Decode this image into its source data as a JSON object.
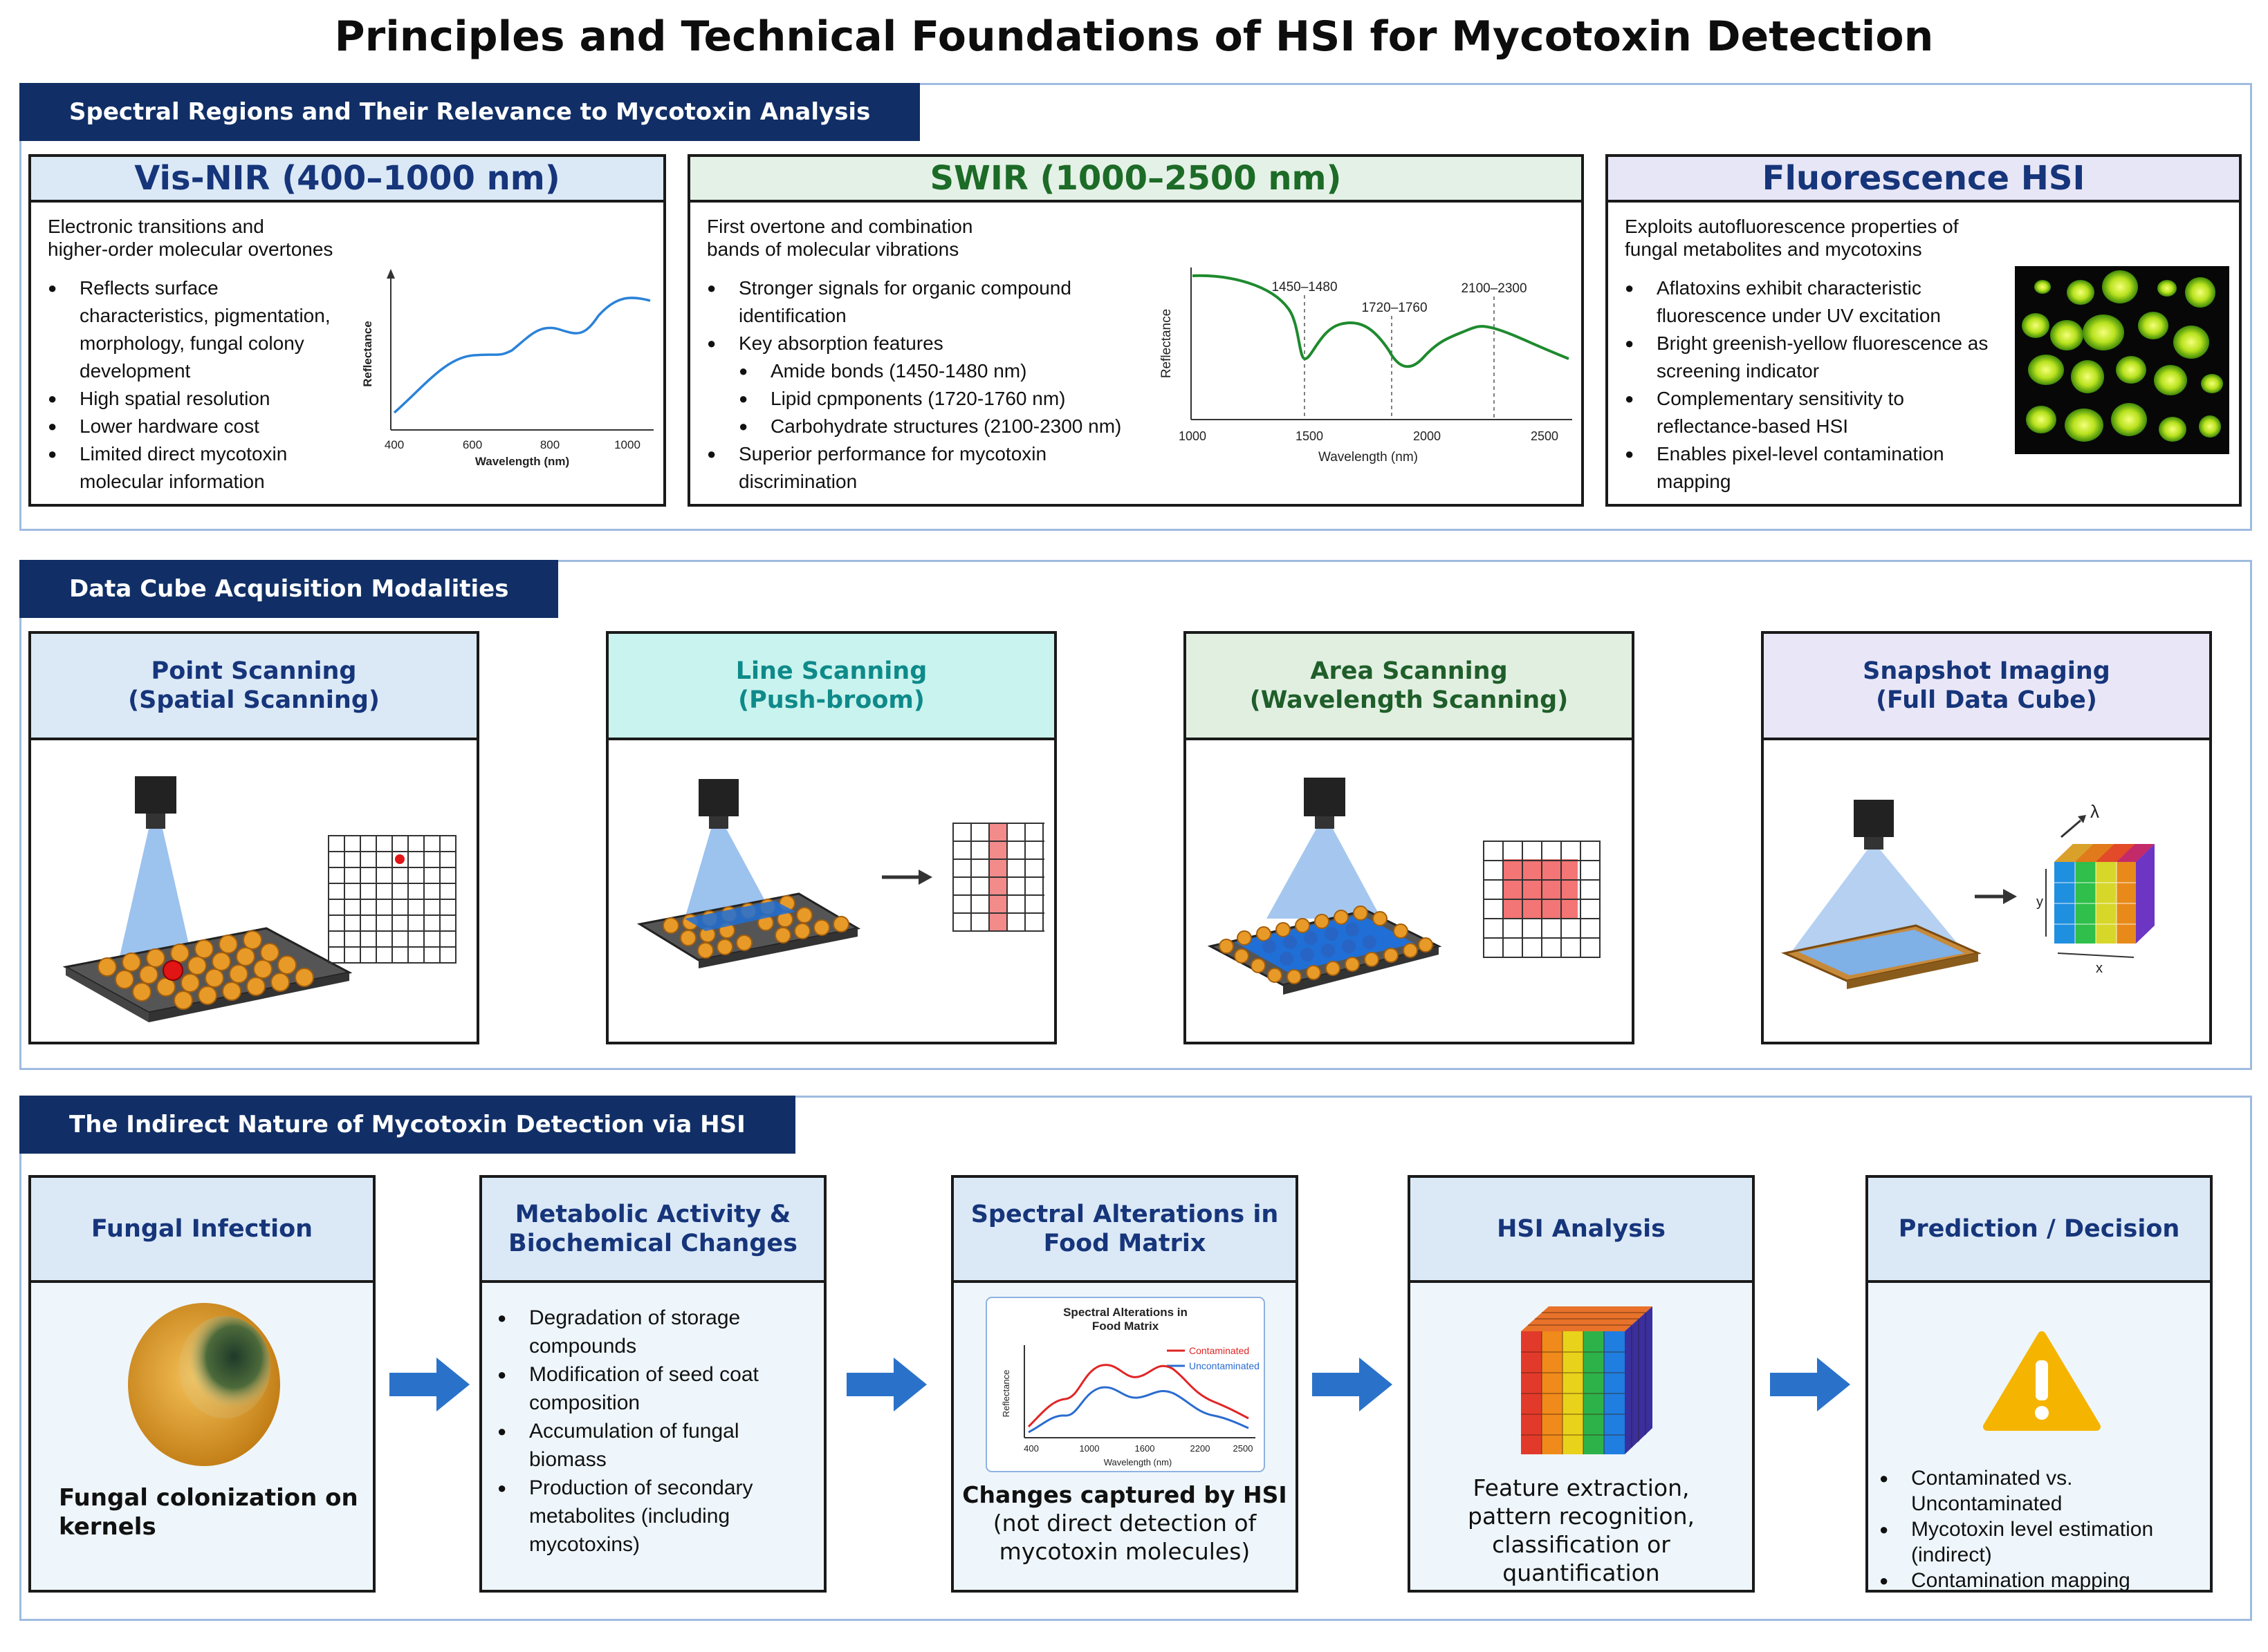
{
  "title": "Principles and Technical Foundations of HSI for Mycotoxin Detection",
  "section1": {
    "tab": "Spectral Regions and Their Relevance to Mycotoxin Analysis",
    "visnir": {
      "heading": "Vis-NIR (400–1000 nm)",
      "intro_line1": "Electronic transitions and",
      "intro_line2": "higher-order molecular overtones",
      "bullets": [
        "Reflects surface characteristics, pigmentation, morphology, fungal colony development",
        "High spatial resolution",
        "Lower hardware cost",
        "Limited direct mycotoxin molecular information"
      ],
      "chart": {
        "ylabel": "Reflectance",
        "xlabel": "Wavelength (nm)",
        "ticks": [
          "400",
          "600",
          "800",
          "1000"
        ]
      }
    },
    "swir": {
      "heading": "SWIR (1000–2500 nm)",
      "intro_line1": "First overtone and combination",
      "intro_line2": "bands of molecular vibrations",
      "bullet1": "Stronger signals for organic compound identification",
      "bullet2": "Key absorption features",
      "sub1": "Amide bonds (1450-1480 nm)",
      "sub2": "Lipid cpmponents (1720-1760 nm)",
      "sub3": "Carbohydrate structures (2100-2300 nm)",
      "bullet3": "Superior performance for mycotoxin discrimination",
      "chart": {
        "ylabel": "Reflectance",
        "xlabel": "Wavelength (nm)",
        "ticks": [
          "1000",
          "1500",
          "2000",
          "2500"
        ],
        "band1": "1450–1480",
        "band2": "1720–1760",
        "band3": "2100–2300"
      }
    },
    "fluor": {
      "heading": "Fluorescence HSI",
      "intro_line1": "Exploits autofluorescence properties of",
      "intro_line2": "fungal metabolites and mycotoxins",
      "bullets": [
        "Aflatoxins exhibit characteristic fluorescence under UV excitation",
        "Bright greenish-yellow fluorescence as screening indicator",
        "Complementary sensitivity to reflectance-based HSI",
        "Enables pixel-level contamination mapping"
      ]
    }
  },
  "section2": {
    "tab": "Data Cube Acquisition Modalities",
    "modes": [
      {
        "line1": "Point Scanning",
        "line2": "(Spatial Scanning)",
        "color": "#16357a",
        "bg": "#dbe9f7"
      },
      {
        "line1": "Line Scanning",
        "line2": "(Push-broom)",
        "color": "#0e8a8a",
        "bg": "#c9f3ee"
      },
      {
        "line1": "Area Scanning",
        "line2": "(Wavelength Scanning)",
        "color": "#1f5e2a",
        "bg": "#e1efe1"
      },
      {
        "line1": "Snapshot Imaging",
        "line2": "(Full Data Cube)",
        "color": "#16357a",
        "bg": "#e9e7f7"
      }
    ],
    "cube_labels": {
      "lambda": "λ",
      "y": "y",
      "x": "x"
    }
  },
  "section3": {
    "tab": "The Indirect Nature of Mycotoxin Detection via HSI",
    "fungal": {
      "heading": "Fungal Infection",
      "caption_line1": "Fungal colonization on",
      "caption_line2": "kernels"
    },
    "metabolic": {
      "heading_line1": "Metabolic Activity &",
      "heading_line2": "Biochemical Changes",
      "bullets": [
        "Degradation of storage compounds",
        "Modification of seed coat composition",
        "Accumulation of fungal biomass",
        "Production of secondary metabolites (including mycotoxins)"
      ]
    },
    "spectral": {
      "heading_line1": "Spectral Alterations in",
      "heading_line2": "Food Matrix",
      "chart": {
        "title_line1": "Spectral Alterations in",
        "title_line2": "Food Matrix",
        "legend_contaminated": "Contaminated",
        "legend_uncontaminated": "Uncontaminated",
        "ylabel": "Reflectance",
        "xlabel": "Wavelength (nm)",
        "ticks": [
          "400",
          "1000",
          "1600",
          "2200",
          "2500"
        ]
      },
      "caption_bold": "Changes captured by HSI",
      "caption_line2": "(not direct detection of",
      "caption_line3": "mycotoxin molecules)"
    },
    "analysis": {
      "heading": "HSI Analysis",
      "caption_line1": "Feature extraction,",
      "caption_line2": "pattern recognition,",
      "caption_line3": "classification or",
      "caption_line4": "quantification"
    },
    "decision": {
      "heading": "Prediction / Decision",
      "bullets": [
        "Contaminated vs. Uncontaminated",
        "Mycotoxin level estimation (indirect)",
        "Contamination mapping"
      ]
    }
  },
  "colors": {
    "navy": "#112f66",
    "section_border": "#9fbbe0",
    "visnir_head": "#dbe9f7",
    "swir_head": "#e4f1e6",
    "fluor_head": "#e7e6f6",
    "swir_text": "#1c6b27",
    "blue_arrow": "#2a72c9"
  }
}
